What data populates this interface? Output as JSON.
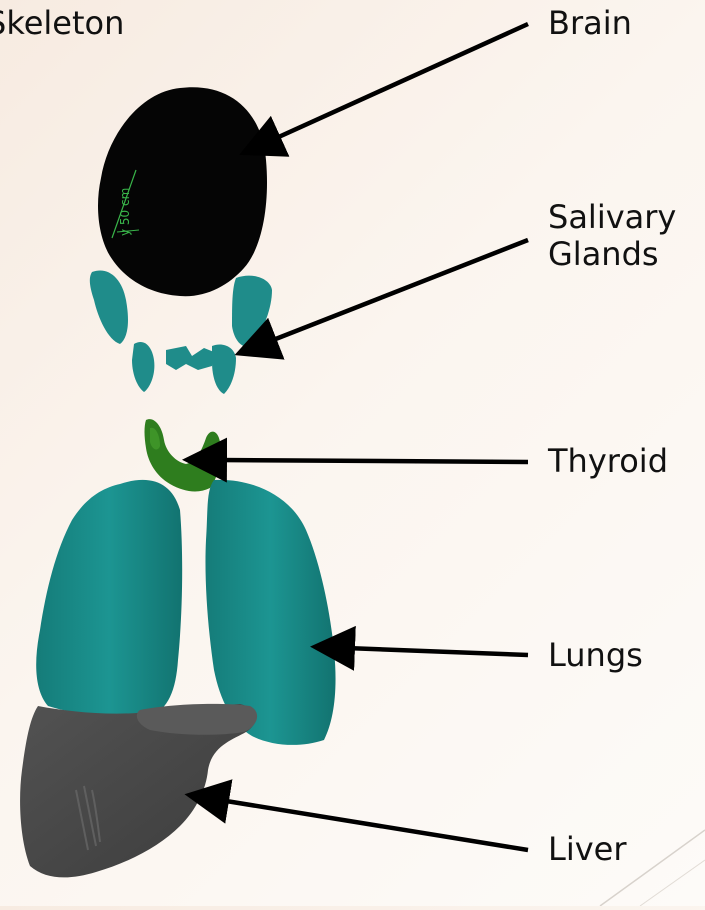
{
  "labels": {
    "skeleton": "Skeleton",
    "brain": "Brain",
    "salivary_line1": "Salivary",
    "salivary_line2": "Glands",
    "thyroid": "Thyroid",
    "lungs": "Lungs",
    "liver": "Liver"
  },
  "scale_annotation": "y 50 cm",
  "colors": {
    "brain": "#050505",
    "salivary": "#1f8c8a",
    "thyroid": "#2e7d1e",
    "lungs": "#1a8f8c",
    "liver": "#4a4a4a",
    "arrow": "#000000",
    "scale": "#39b54a"
  }
}
